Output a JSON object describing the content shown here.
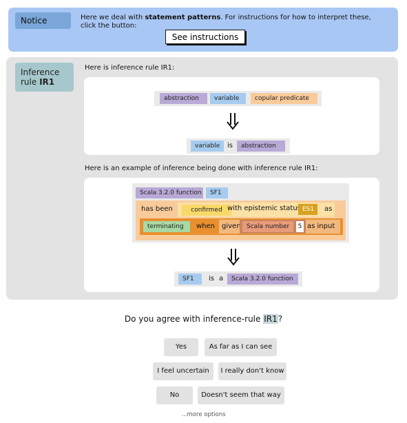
{
  "notice": {
    "tag": "Notice",
    "text_before": "Here we deal with ",
    "text_bold": "statement patterns",
    "text_after": ". For instructions for how to interpret these, click the button:",
    "button": "See instructions"
  },
  "rule": {
    "tag_line1": "Inference",
    "tag_prefix": "rule ",
    "tag_bold": "IR1",
    "intro": "Here is inference rule IR1:",
    "premise": [
      "abstraction",
      "variable",
      "copular predicate"
    ],
    "conclusion": {
      "left": "variable",
      "is": "is",
      "right": "abstraction"
    },
    "example_intro": "Here is an example of inference being done with inference rule IR1:"
  },
  "example": {
    "subject": [
      "Scala 3.2.0 function",
      "SF1"
    ],
    "has_been": "has been",
    "confirmed": "confirmed",
    "with_status": "with epistemic status",
    "status": "ES1",
    "as": "as",
    "terminating": "terminating",
    "when": "when",
    "given": "given",
    "scala_number": "Scala number",
    "number": "5",
    "as_input": "as input",
    "conclusion": {
      "left": "SF1",
      "is": "is",
      "a": "a",
      "right": "Scala 3.2.0 function"
    }
  },
  "question": {
    "before": "Do you agree with inference-rule ",
    "highlight": "IR1",
    "after": "?"
  },
  "answers": [
    "Yes",
    "As far as I can see",
    "I feel uncertain",
    "I really don't know",
    "No",
    "Doesn't seem that way"
  ],
  "more": "...more options"
}
